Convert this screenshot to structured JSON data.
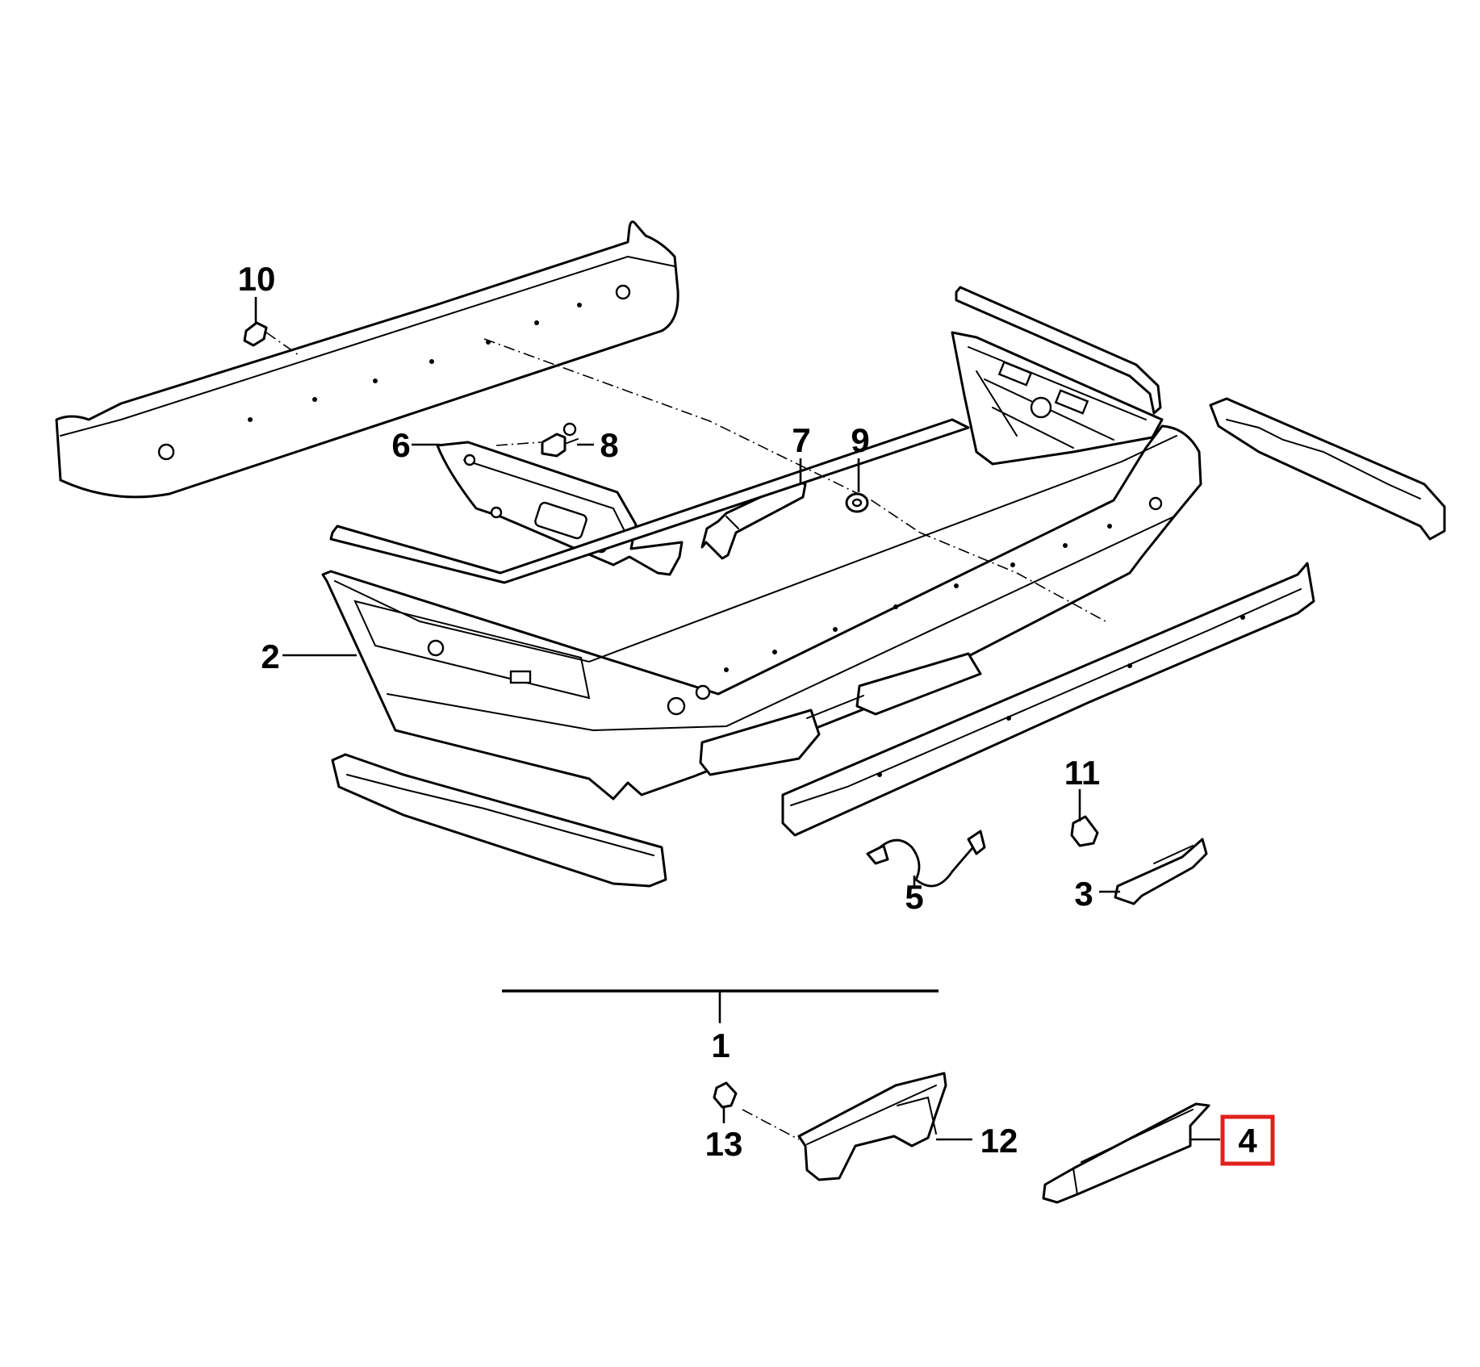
{
  "callouts": {
    "c1": "1",
    "c2": "2",
    "c3": "3",
    "c4": "4",
    "c5": "5",
    "c6": "6",
    "c7": "7",
    "c8": "8",
    "c9": "9",
    "c10": "10",
    "c11": "11",
    "c12": "12",
    "c13": "13"
  },
  "highlight": {
    "callout": "4",
    "color": "#e0201c"
  },
  "colors": {
    "line": "#000000",
    "background": "#ffffff"
  }
}
